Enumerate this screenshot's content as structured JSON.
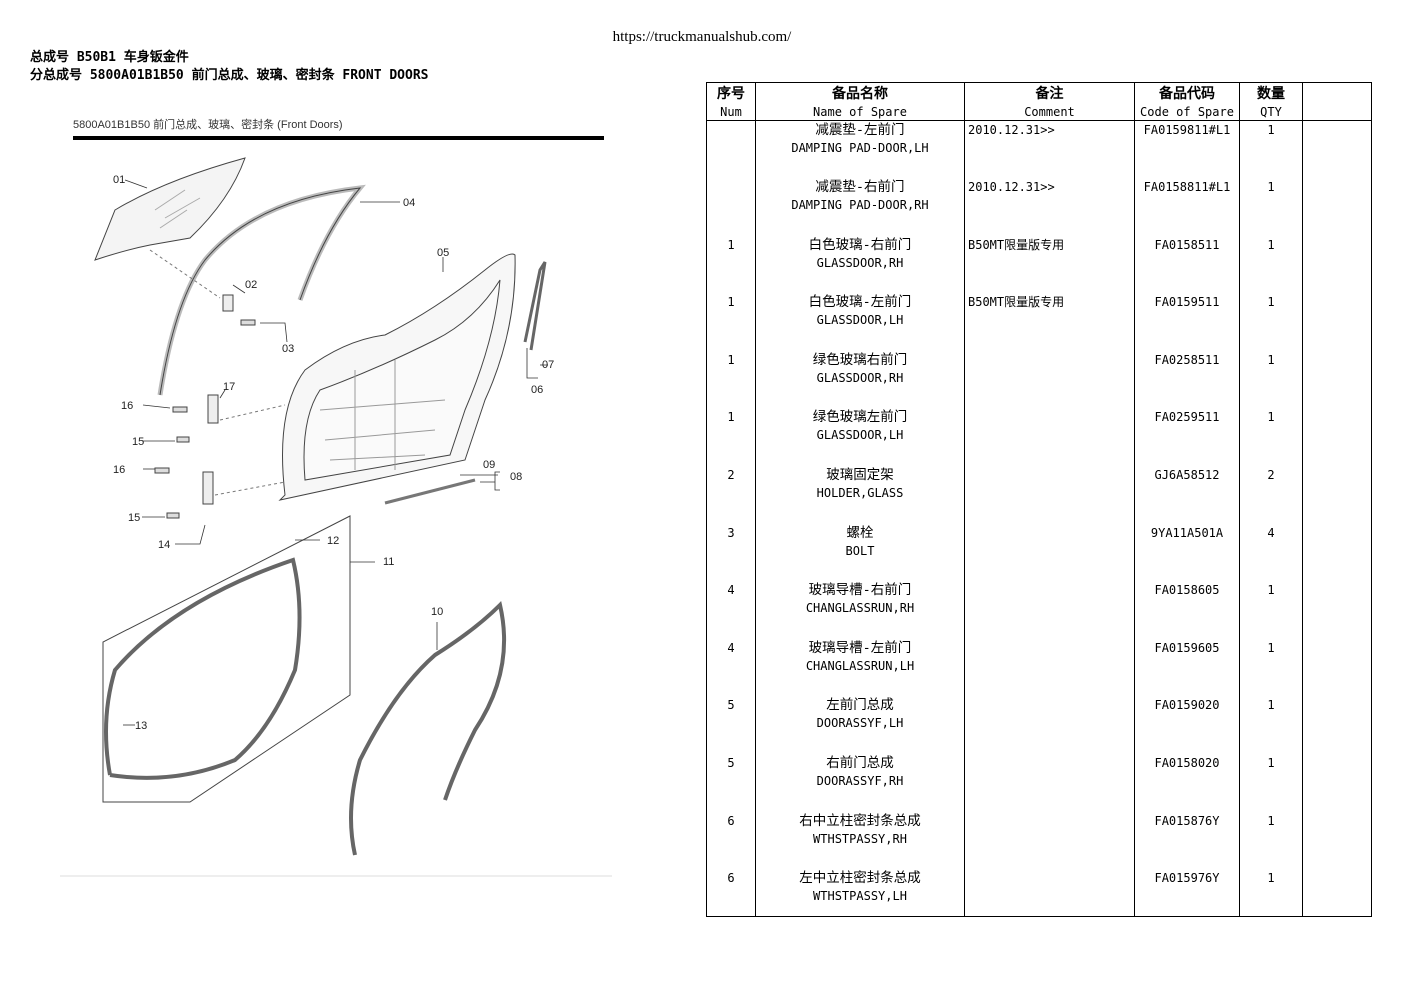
{
  "page": {
    "url": "https://truckmanualshub.com/",
    "assembly_line": "总成号 B50B1 车身钣金件",
    "subassembly_line": "分总成号 5800A01B1B50  前门总成、玻璃、密封条 FRONT DOORS"
  },
  "diagram": {
    "caption": "5800A01B1B50  前门总成、玻璃、密封条  (Front Doors)",
    "callouts": {
      "c01": "01",
      "c02": "02",
      "c03": "03",
      "c04": "04",
      "c05": "05",
      "c06": "06",
      "c07": "07",
      "c08": "08",
      "c09": "09",
      "c10": "10",
      "c11": "11",
      "c12": "12",
      "c13": "13",
      "c14": "14",
      "c15a": "15",
      "c15b": "15",
      "c16a": "16",
      "c16b": "16",
      "c17": "17"
    }
  },
  "table": {
    "headers": {
      "num_cn": "序号",
      "name_cn": "备品名称",
      "comment_cn": "备注",
      "code_cn": "备品代码",
      "qty_cn": "数量",
      "num_en": "Num",
      "name_en": "Name of Spare",
      "comment_en": "Comment",
      "code_en": "Code of Spare",
      "qty_en": "QTY"
    },
    "rows": [
      {
        "num": "",
        "name_cn": "减震垫-左前门",
        "name_en": "DAMPING PAD-DOOR,LH",
        "comment": "2010.12.31>>",
        "code": "FA0159811#L1",
        "qty": "1"
      },
      {
        "num": "",
        "name_cn": "减震垫-右前门",
        "name_en": "DAMPING PAD-DOOR,RH",
        "comment": "2010.12.31>>",
        "code": "FA0158811#L1",
        "qty": "1"
      },
      {
        "num": "1",
        "name_cn": "白色玻璃-右前门",
        "name_en": "GLASSDOOR,RH",
        "comment": "B50MT限量版专用",
        "code": "FA0158511",
        "qty": "1"
      },
      {
        "num": "1",
        "name_cn": "白色玻璃-左前门",
        "name_en": "GLASSDOOR,LH",
        "comment": "B50MT限量版专用",
        "code": "FA0159511",
        "qty": "1"
      },
      {
        "num": "1",
        "name_cn": "绿色玻璃右前门",
        "name_en": "GLASSDOOR,RH",
        "comment": "",
        "code": "FA0258511",
        "qty": "1"
      },
      {
        "num": "1",
        "name_cn": "绿色玻璃左前门",
        "name_en": "GLASSDOOR,LH",
        "comment": "",
        "code": "FA0259511",
        "qty": "1"
      },
      {
        "num": "2",
        "name_cn": "玻璃固定架",
        "name_en": "HOLDER,GLASS",
        "comment": "",
        "code": "GJ6A58512",
        "qty": "2"
      },
      {
        "num": "3",
        "name_cn": "螺栓",
        "name_en": "BOLT",
        "comment": "",
        "code": "9YA11A501A",
        "qty": "4"
      },
      {
        "num": "4",
        "name_cn": "玻璃导槽-右前门",
        "name_en": "CHANGLASSRUN,RH",
        "comment": "",
        "code": "FA0158605",
        "qty": "1"
      },
      {
        "num": "4",
        "name_cn": "玻璃导槽-左前门",
        "name_en": "CHANGLASSRUN,LH",
        "comment": "",
        "code": "FA0159605",
        "qty": "1"
      },
      {
        "num": "5",
        "name_cn": "左前门总成",
        "name_en": "DOORASSYF,LH",
        "comment": "",
        "code": "FA0159020",
        "qty": "1"
      },
      {
        "num": "5",
        "name_cn": "右前门总成",
        "name_en": "DOORASSYF,RH",
        "comment": "",
        "code": "FA0158020",
        "qty": "1"
      },
      {
        "num": "6",
        "name_cn": "右中立柱密封条总成",
        "name_en": "WTHSTPASSY,RH",
        "comment": "",
        "code": "FA015876Y",
        "qty": "1"
      },
      {
        "num": "6",
        "name_cn": "左中立柱密封条总成",
        "name_en": "WTHSTPASSY,LH",
        "comment": "",
        "code": "FA015976Y",
        "qty": "1"
      }
    ]
  }
}
